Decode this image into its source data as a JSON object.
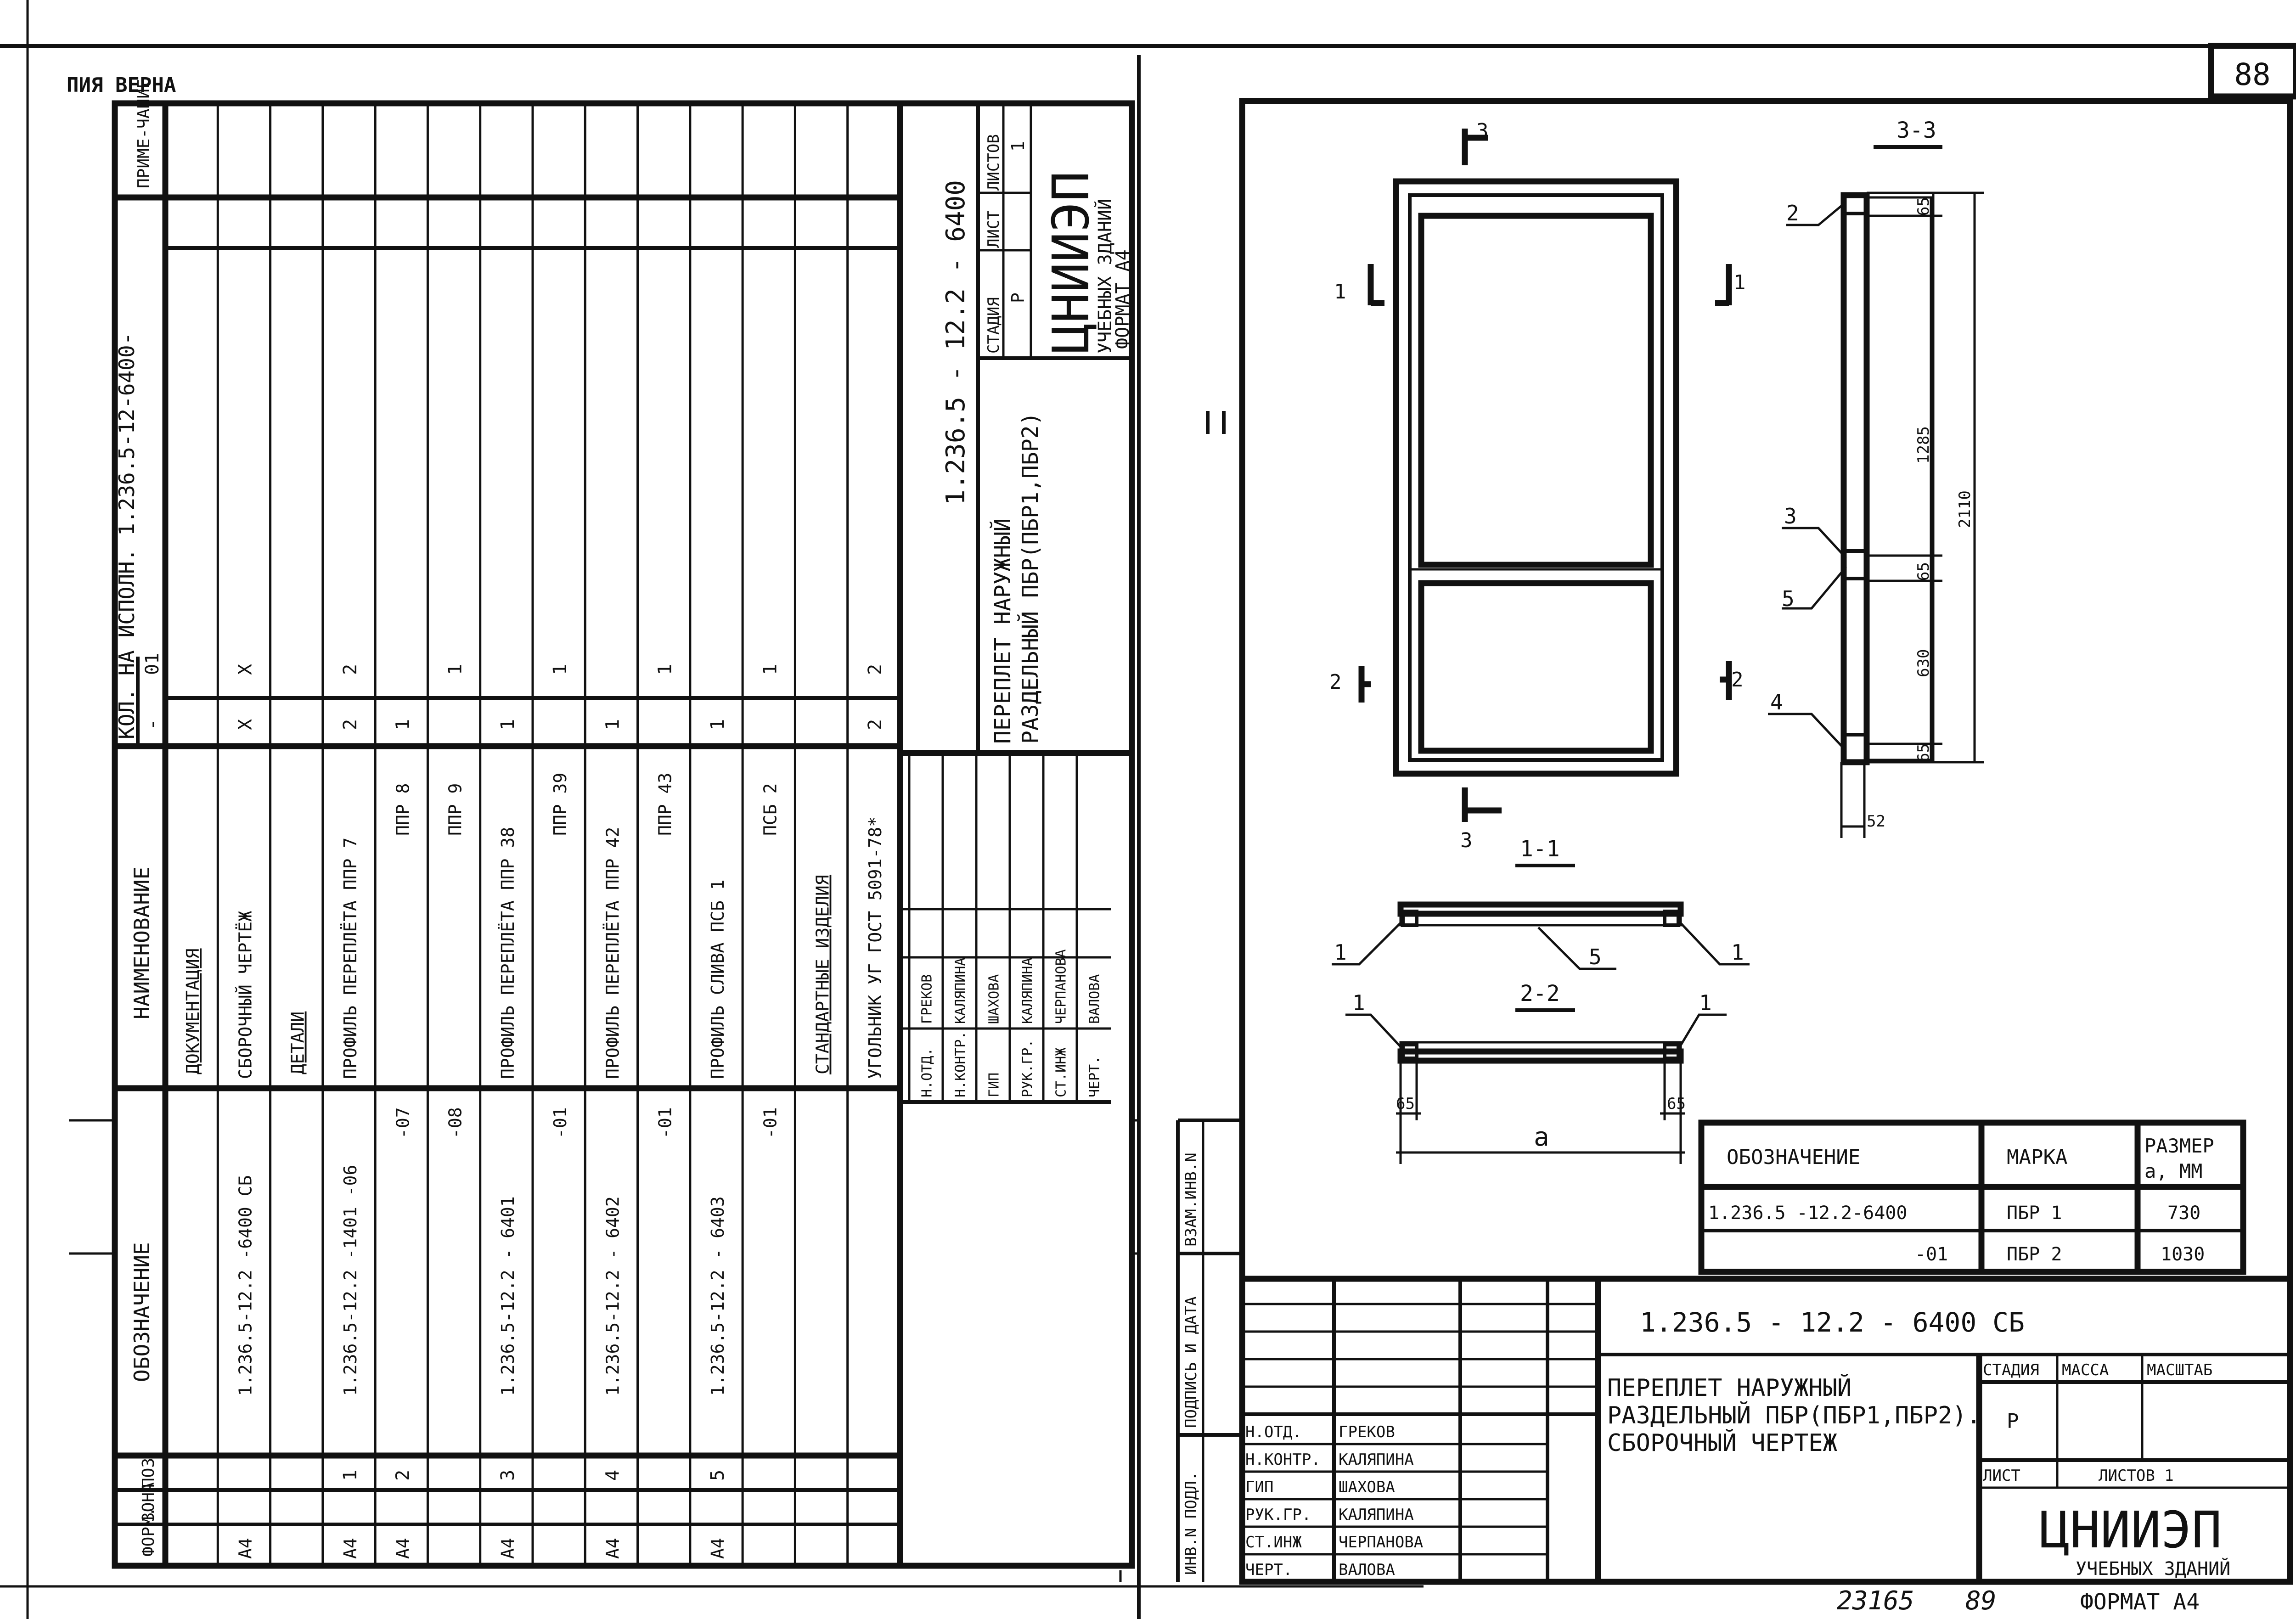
{
  "header": {
    "copy_stamp": "ПИЯ ВЕРНА",
    "page_number": "88"
  },
  "spec": {
    "columns": {
      "format": "ФОРМ.",
      "zone": "ЗОНА",
      "pos": "ПОЗ",
      "designation": "ОБОЗНАЧЕНИЕ",
      "name": "НАИМЕНОВАНИЕ",
      "qty_title": "КОЛ. НА ИСПОЛН. 1.236.5-12-6400-",
      "exec_a": "-",
      "exec_b": "01",
      "note": "ПРИМЕ-ЧАНИЕ"
    },
    "rows": [
      {
        "fmt": "",
        "pos": "",
        "des": "",
        "name": "ДОКУМЕНТАЦИЯ",
        "qa": "",
        "qb": ""
      },
      {
        "fmt": "А4",
        "pos": "",
        "des": "1.236.5-12.2 -6400 СБ",
        "name": "СБОРОЧНЫЙ ЧЕРТЁЖ",
        "qa": "X",
        "qb": "X"
      },
      {
        "fmt": "",
        "pos": "",
        "des": "",
        "name": "ДЕТАЛИ",
        "qa": "",
        "qb": ""
      },
      {
        "fmt": "А4",
        "pos": "1",
        "des": "1.236.5-12.2 -1401 -06",
        "name": "ПРОФИЛЬ ПЕРЕПЛЁТА ППР 7",
        "qa": "2",
        "qb": "2"
      },
      {
        "fmt": "А4",
        "pos": "2",
        "des": "-07",
        "name": "ППР 8",
        "qa": "1",
        "qb": ""
      },
      {
        "fmt": "",
        "pos": "",
        "des": "-08",
        "name": "ППР 9",
        "qa": "",
        "qb": "1"
      },
      {
        "fmt": "А4",
        "pos": "3",
        "des": "1.236.5-12.2 - 6401",
        "name": "ПРОФИЛЬ ПЕРЕПЛЁТА ППР 38",
        "qa": "1",
        "qb": ""
      },
      {
        "fmt": "",
        "pos": "",
        "des": "-01",
        "name": "ППР 39",
        "qa": "",
        "qb": "1"
      },
      {
        "fmt": "А4",
        "pos": "4",
        "des": "1.236.5-12.2 - 6402",
        "name": "ПРОФИЛЬ ПЕРЕПЛЁТА ППР 42",
        "qa": "1",
        "qb": ""
      },
      {
        "fmt": "",
        "pos": "",
        "des": "-01",
        "name": "ППР 43",
        "qa": "",
        "qb": "1"
      },
      {
        "fmt": "А4",
        "pos": "5",
        "des": "1.236.5-12.2 - 6403",
        "name": "ПРОФИЛЬ СЛИВА ПСБ 1",
        "qa": "1",
        "qb": ""
      },
      {
        "fmt": "",
        "pos": "",
        "des": "-01",
        "name": "ПСБ 2",
        "qa": "",
        "qb": "1"
      },
      {
        "fmt": "",
        "pos": "",
        "des": "",
        "name": "СТАНДАРТНЫЕ ИЗДЕЛИЯ",
        "qa": "",
        "qb": ""
      },
      {
        "fmt": "",
        "pos": "",
        "des": "",
        "name": "УГОЛЬНИК УГ ГОСТ 5091-78*",
        "qa": "2",
        "qb": "2"
      }
    ],
    "title_block": {
      "code": "1.236.5 - 12.2 - 6400",
      "title_line1": "ПЕРЕПЛЕТ НАРУЖНЫЙ",
      "title_line2": "РАЗДЕЛЬНЫЙ ПБР(ПБР1,ПБР2)",
      "stage_label": "СТАДИЯ",
      "sheet_label": "ЛИСТ",
      "sheets_label": "ЛИСТОВ",
      "stage": "Р",
      "sheets": "1",
      "org_name": "ЦНИИЭП",
      "org_sub": "УЧЕБНЫХ ЗДАНИЙ",
      "format": "ФОРМАТ А4",
      "signers": [
        {
          "role": "Н.ОТД.",
          "name": "ГРЕКОВ"
        },
        {
          "role": "Н.КОНТР.",
          "name": "КАЛЯПИНА"
        },
        {
          "role": "ГИП",
          "name": "ШАХОВА"
        },
        {
          "role": "РУК.ГР.",
          "name": "КАЛЯПИНА"
        },
        {
          "role": "СТ.ИНЖ",
          "name": "ЧЕРПАНОВА"
        },
        {
          "role": "ЧЕРТ.",
          "name": "ВАЛОВА"
        }
      ]
    }
  },
  "drawing": {
    "labels": {
      "sec3": "3",
      "sec33": "3-3",
      "sec1": "1",
      "sec2": "2",
      "sec11": "1-1",
      "sec22": "2-2",
      "dim_a": "а"
    },
    "callouts": [
      "1",
      "2",
      "3",
      "4",
      "5"
    ],
    "dims": {
      "d65": "65",
      "d1285": "1285",
      "d2110": "2110",
      "d630": "630",
      "d52": "52",
      "d65b": "65",
      "d65c": "65"
    }
  },
  "size_table": {
    "h_des": "ОБОЗНАЧЕНИЕ",
    "h_mark": "МАРКА",
    "h_size": "РАЗМЕР",
    "h_size2": "а, ММ",
    "rows": [
      {
        "des": "1.236.5 -12.2-6400",
        "mark": "ПБР 1",
        "size": "730"
      },
      {
        "des": "-01",
        "mark": "ПБР 2",
        "size": "1030"
      }
    ]
  },
  "main_stamp": {
    "code": "1.236.5 - 12.2 - 6400 СБ",
    "title_line1": "ПЕРЕПЛЕТ НАРУЖНЫЙ",
    "title_line2": "РАЗДЕЛЬНЫЙ ПБР(ПБР1,ПБР2).",
    "title_line3": "СБОРОЧНЫЙ ЧЕРТЕЖ",
    "stage_label": "СТАДИЯ",
    "mass_label": "МАССА",
    "scale_label": "МАСШТАБ",
    "stage": "Р",
    "sheet_label": "ЛИСТ",
    "sheets_label": "ЛИСТОВ 1",
    "org_name": "ЦНИИЭП",
    "org_sub": "УЧЕБНЫХ ЗДАНИЙ",
    "signers": [
      {
        "role": "Н.ОТД.",
        "name": "ГРЕКОВ"
      },
      {
        "role": "Н.КОНТР.",
        "name": "КАЛЯПИНА"
      },
      {
        "role": "ГИП",
        "name": "ШАХОВА"
      },
      {
        "role": "РУК.ГР.",
        "name": "КАЛЯПИНА"
      },
      {
        "role": "СТ.ИНЖ",
        "name": "ЧЕРПАНОВА"
      },
      {
        "role": "ЧЕРТ.",
        "name": "ВАЛОВА"
      }
    ]
  },
  "side_strip": {
    "inv_podl": "ИНВ.N ПОДЛ.",
    "sign_date": "ПОДПИСЬ И ДАТА",
    "vzam": "ВЗАМ.ИНВ.N"
  },
  "footer": {
    "archive": "23165",
    "sheet": "89",
    "format": "ФОРМАТ А4"
  }
}
